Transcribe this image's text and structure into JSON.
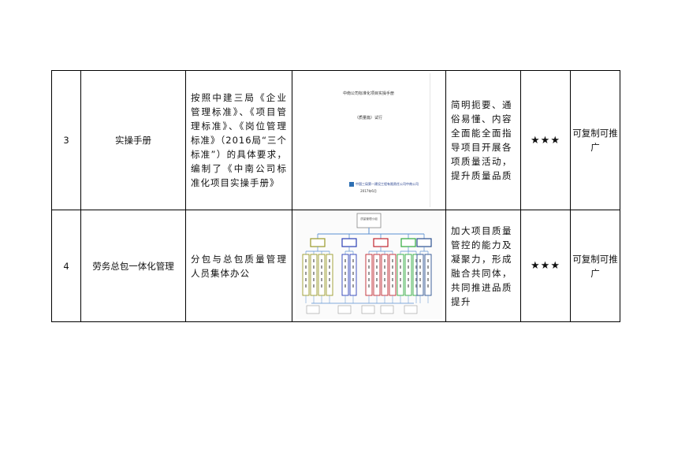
{
  "rows": [
    {
      "no": "3",
      "name": "实操手册",
      "description": "按照中建三局《企业管理标准》、《项目管理标准》、《岗位管理标准》（2016局“三个标准”）的具体要求，编制了《中南公司标准化项目实操手册》",
      "thumbnail": {
        "kind": "document-cover",
        "title": "中南公司标准化项目实操手册",
        "subtitle": "（质量篇）试行",
        "org": "中国三局第一建设工程有限责任公司中南公司",
        "date": "2017年6月"
      },
      "effect": "简明扼要、通俗易懂、内容全面能全面指导项目开展各项质量活动，提升质量品质",
      "rating": "★★★",
      "recommendation": "可复制可推广"
    },
    {
      "no": "4",
      "name": "劳务总包一体化管理",
      "description": "分包与总包质量管理人员集体办公",
      "thumbnail": {
        "kind": "org-chart",
        "top_label": "质量管理小组",
        "branch_colors": [
          "#9a9a2a",
          "#2b3fb5",
          "#c0262f",
          "#2eaa3c",
          "#2b4f8f"
        ]
      },
      "effect": "加大项目质量管控的能力及凝聚力，形成融合共同体，共同推进品质提升",
      "rating": "★★★",
      "recommendation": "可复制可推广"
    }
  ]
}
